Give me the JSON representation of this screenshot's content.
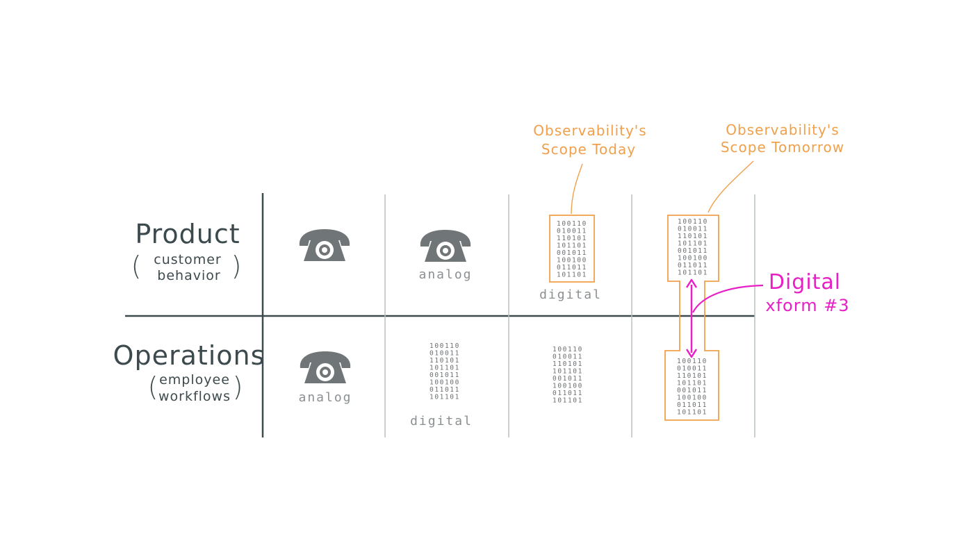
{
  "rows": [
    {
      "title": "Product",
      "subtitle_line1": "customer",
      "subtitle_line2": "behavior"
    },
    {
      "title": "Operations",
      "subtitle_line1": "employee",
      "subtitle_line2": "workflows"
    }
  ],
  "captions": {
    "analog": "analog",
    "digital": "digital"
  },
  "binary_lines": [
    "100110",
    "010011",
    "110101",
    "101101",
    "001011",
    "100100",
    "011011",
    "101101"
  ],
  "scope_today": {
    "line1": "Observability's",
    "line2": "Scope Today"
  },
  "scope_tomorrow": {
    "line1": "Observability's",
    "line2": "Scope Tomorrow"
  },
  "xform": {
    "line1": "Digital",
    "line2": "xform #3"
  },
  "colors": {
    "ink": "#3c4a4d",
    "grid": "#b9c0c3",
    "scope": "#f0a04b",
    "xform": "#e81ec7",
    "phone": "#707577"
  },
  "icons": {
    "phone": "rotary-telephone-icon",
    "binary": "binary-data-icon"
  }
}
